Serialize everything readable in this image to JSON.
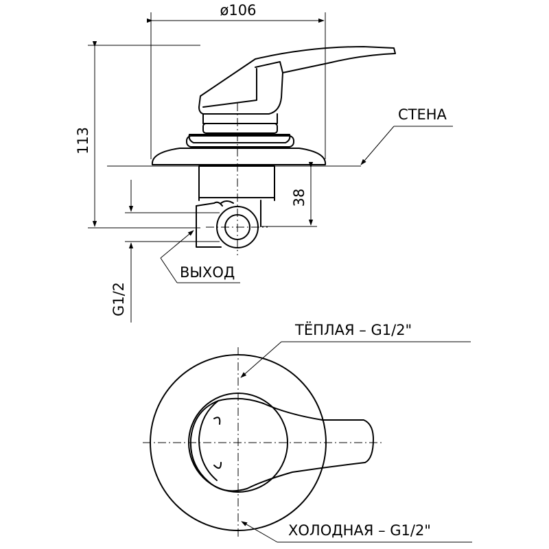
{
  "side_view": {
    "dim_diameter": "ø106",
    "dim_height": "113",
    "dim_depth": "38",
    "label_wall": "СТЕНА",
    "label_outlet": "ВЫХОД",
    "dim_thread": "G1/2"
  },
  "top_view": {
    "label_warm": "ТЁПЛАЯ – G1/2\"",
    "label_cold": "ХОЛОДНАЯ – G1/2\""
  }
}
